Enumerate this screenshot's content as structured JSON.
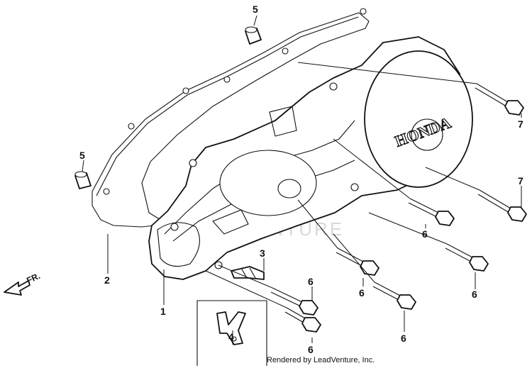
{
  "callouts": {
    "p1": "1",
    "p2": "2",
    "p3": "3",
    "p4": "4",
    "p5a": "5",
    "p5b": "5",
    "p6a": "6",
    "p6b": "6",
    "p6c": "6",
    "p6d": "6",
    "p6e": "6",
    "p6f": "6",
    "p7a": "7",
    "p7b": "7"
  },
  "cover_brand": "HONDA",
  "direction_label": "FR.",
  "watermark": "LEADVENTURE",
  "footer": "Rendered by LeadVenture, Inc."
}
